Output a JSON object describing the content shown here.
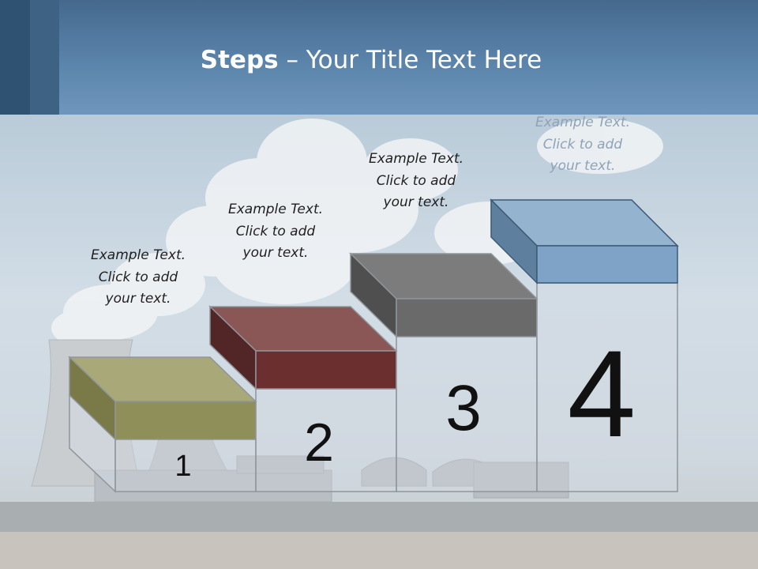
{
  "slide": {
    "title_bold": "Steps",
    "title_rest": " – Your Title Text Here"
  },
  "steps": [
    {
      "number": "1",
      "caption": [
        "Example Text.",
        "Click  to add",
        "your text."
      ],
      "color": "#8f8f5a"
    },
    {
      "number": "2",
      "caption": [
        "Example Text.",
        "Click  to add",
        "your text."
      ],
      "color": "#6b2f2f"
    },
    {
      "number": "3",
      "caption": [
        "Example Text.",
        "Click  to add",
        "your text."
      ],
      "color": "#6a6a6a"
    },
    {
      "number": "4",
      "caption": [
        "Example Text.",
        "Click  to add",
        "your text."
      ],
      "color": "#7fa3c6"
    }
  ]
}
